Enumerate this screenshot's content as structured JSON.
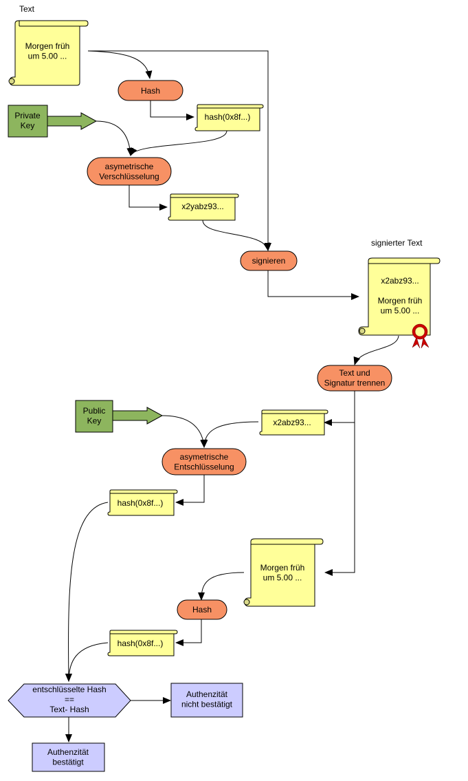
{
  "labels": {
    "text_caption": "Text",
    "signed_caption": "signierter Text"
  },
  "nodes": {
    "text_doc": [
      "Morgen früh",
      "um 5.00 ..."
    ],
    "hash1": [
      "Hash"
    ],
    "hash_val1": [
      "hash(0x8f...)"
    ],
    "private_key": [
      "Private",
      "Key"
    ],
    "asym_encrypt": [
      "asymetrische",
      "Verschlüsselung"
    ],
    "sig_val": [
      "x2yabz93..."
    ],
    "sign": [
      "signieren"
    ],
    "signed_doc": [
      "x2abz93...",
      "",
      "Morgen früh",
      "um 5.00 ..."
    ],
    "split": [
      "Text und",
      "Signatur trennen"
    ],
    "public_key": [
      "Public",
      "Key"
    ],
    "sig_val2": [
      "x2abz93..."
    ],
    "asym_decrypt": [
      "asymetrische",
      "Entschlüsselung"
    ],
    "hash_val2": [
      "hash(0x8f...)"
    ],
    "text_doc2": [
      "Morgen früh",
      "um 5.00 ..."
    ],
    "hash2": [
      "Hash"
    ],
    "hash_val3": [
      "hash(0x8f...)"
    ],
    "compare": [
      "entschlüsselte Hash",
      "==",
      "Text- Hash"
    ],
    "not_confirmed": [
      "Authenzität",
      "nicht bestätigt"
    ],
    "confirmed": [
      "Authenzität",
      "bestätigt"
    ]
  },
  "colors": {
    "document": "#ffff99",
    "process": "#f79164",
    "key": "#8db55e",
    "result": "#ccccff",
    "seal": "#cc0000"
  }
}
